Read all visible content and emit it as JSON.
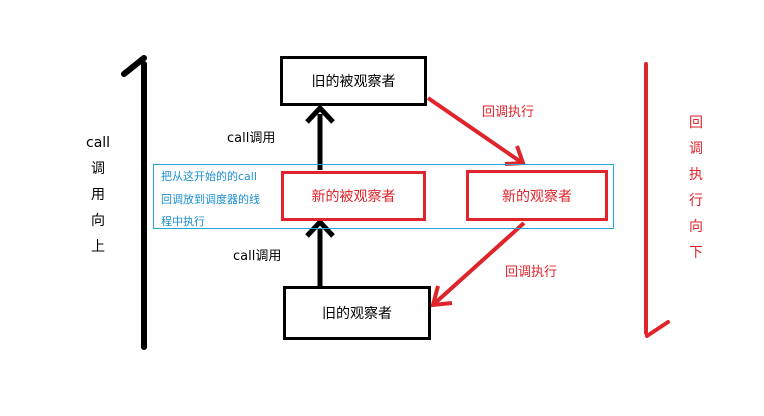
{
  "boxes": {
    "old_observable": "旧的被观察者",
    "new_observable": "新的被观察者",
    "new_observer": "新的观察者",
    "old_observer": "旧的观察者"
  },
  "labels": {
    "call_top": "call调用",
    "call_bottom": "call调用",
    "callback_top": "回调执行",
    "callback_bottom": "回调执行"
  },
  "left_vertical": [
    "call",
    "调",
    "用",
    "向",
    "上"
  ],
  "right_vertical": [
    "回",
    "调",
    "执",
    "行",
    "向",
    "下"
  ],
  "note_lines": [
    "把从这开始的的call",
    "回调放到调度器的线",
    "程中执行"
  ],
  "colors": {
    "black": "#000000",
    "red": "#e0242b",
    "note_blue": "#1b8fd0"
  }
}
